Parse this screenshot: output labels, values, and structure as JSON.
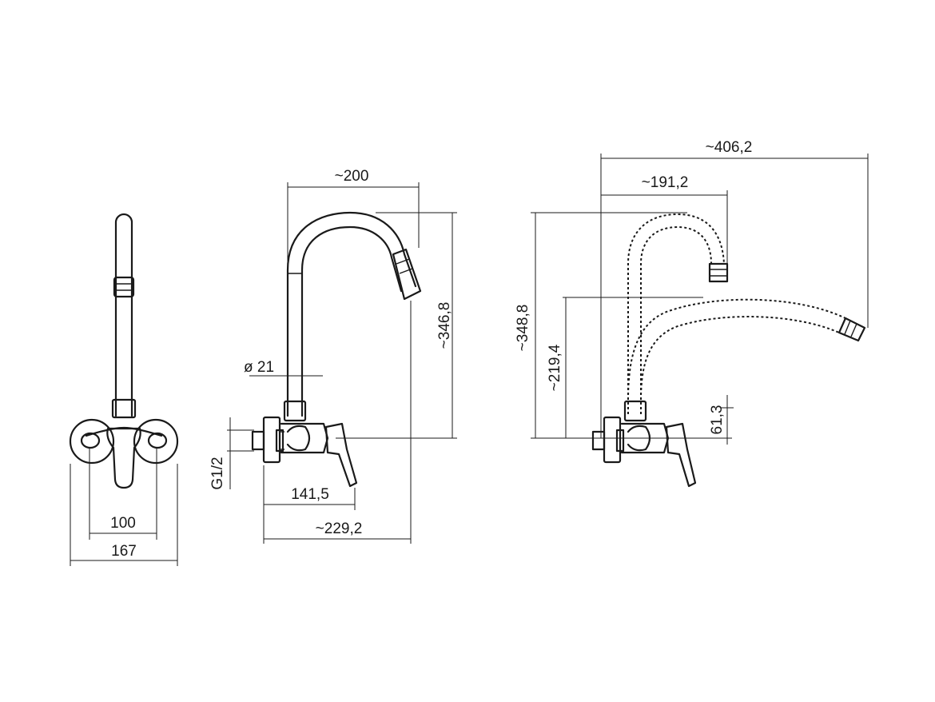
{
  "drawing": {
    "front_view": {
      "dimensions": {
        "inner_width": "100",
        "outer_width": "167"
      }
    },
    "side_view": {
      "dimensions": {
        "spout_reach": "~200",
        "height": "~346,8",
        "pipe_diameter": "ø 21",
        "thread": "G1/2",
        "body_depth": "141,5",
        "total_depth": "~229,2"
      }
    },
    "top_view": {
      "dimensions": {
        "long_reach": "~406,2",
        "short_reach": "~191,2",
        "tall_height": "~348,8",
        "low_height": "~219,4",
        "outlet_height": "61,3"
      }
    },
    "colors": {
      "ink": "#1a1a1a",
      "background": "#ffffff"
    }
  }
}
